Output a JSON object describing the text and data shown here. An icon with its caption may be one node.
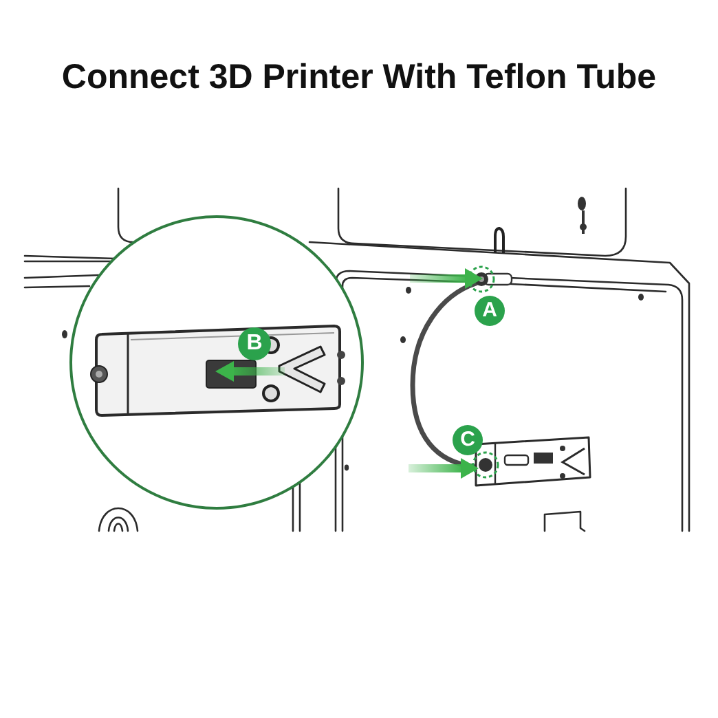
{
  "diagram": {
    "title": "Connect 3D Printer With Teflon Tube",
    "labels": [
      "A",
      "B",
      "C"
    ]
  }
}
